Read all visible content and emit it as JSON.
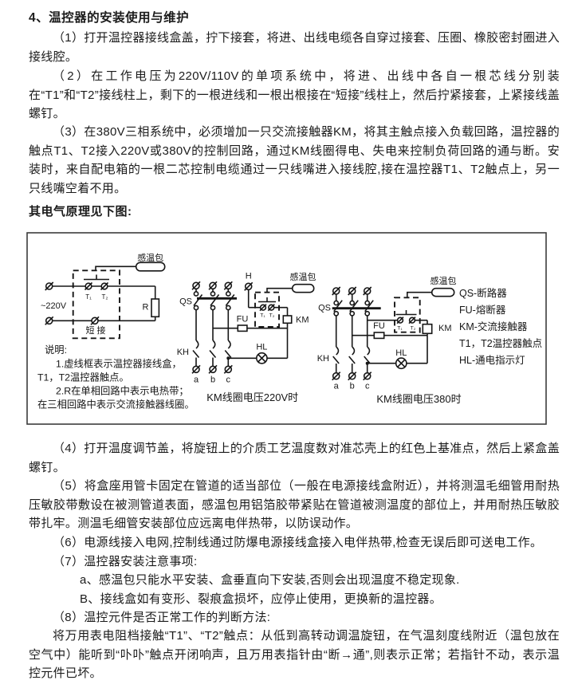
{
  "doc": {
    "title": "4、温控器的安装使用与维护",
    "p1": "（1）打开温控器接线盒盖，拧下接套，将进、出线电缆各自穿过接套、压圈、橡胶密封圈进入接线腔。",
    "p2": "（2）在工作电压为220V/110V的单项系统中，将进、出线中各自一根芯线分别装在“T1”和“T2”接线柱上，剩下的一根进线和一根出根接在“短接”线柱上，然后拧紧接套，上紧接线盖螺钉。",
    "p3": "（3）在380V三相系统中，必须增加一只交流接触器KM，将其主触点接入负载回路，温控器的触点T1、T2接入220V或380V的控制回路，通过KM线圈得电、失电来控制负荷回路的通与断。安装时，来自配电箱的一根二芯控制电缆通过一只线嘴进入接线腔,接在温控器T1、T2触点上，另一只线嘴空着不用。",
    "diagram_heading": "其电气原理见下图:",
    "p4": "（4）打开温度调节盖，将旋钮上的介质工艺温度数对准芯壳上的红色上基准点，然后上紧盒盖螺钉。",
    "p5": "（5）将盒座用管卡固定在管道的适当部位（一般在电源接线盒附近），并将测温毛细管用耐热压敏胶带敷设在被测管道表面，感温包用铝箔胶带紧贴在管道被测温度的部位上，并用耐热压敏胶带扎牢。测温毛细管安装部位应远离电伴热带，以防误动作。",
    "p6": "（6）电源线接入电网,控制线通过防爆电源接线盒接入电伴热带,检查无误后即可送电工作。",
    "p7": "（7）温控器安装注意事项:",
    "p7a": "a、感温包只能水平安装、盒垂直向下安装,否则会出现温度不稳定现象.",
    "p7b": "B、接线盒如有变形、裂痕盒损坏，应停止使用，更换新的温控器。",
    "p8": "（8）温控元件是否正常工作的判断方法:",
    "p8_body": "将万用表电阻档接触“T1”、“T2”触点：从低到高转动调温旋钮，在气温刻度线附近（温包放在空气中）能听到“卟卟”触点开闭响声，且万用表指针由“断→通”,则表示正常；若指针不动，表示温控元件已坏。"
  },
  "diagram": {
    "contacts": {
      "t1": "T₁",
      "t2": "T₂"
    },
    "single_phase": {
      "sensor": "感温包",
      "voltage": "~220V",
      "resistor": "R",
      "short_link": "短  接"
    },
    "notes": {
      "heading": "说明:",
      "line1": "1.虚线框表示温控器接线盒，",
      "line2": "T1，T2温控器触点。",
      "line3": "2.R在单相回路中表示电热带；",
      "line4": "在三相回路中表示交流接触器线圈。"
    },
    "km220": {
      "qs": "QS",
      "h": "H",
      "sensor": "感温包",
      "fu": "FU",
      "km": "KM",
      "kh": "KH",
      "hl": "HL",
      "a": "a",
      "b": "b",
      "c": "c",
      "caption": "KM线圈电压220V时"
    },
    "km380": {
      "qs": "QS",
      "sensor": "感温包",
      "fu": "FU",
      "km": "KM",
      "kh": "KH",
      "hl": "HL",
      "a": "a",
      "b": "b",
      "c": "c",
      "caption": "KM线圈电压380时"
    },
    "legend": [
      "QS-断路器",
      "FU-熔断器",
      "KM-交流接触器",
      "T1，T2温控器触点",
      "HL-通电指示灯"
    ]
  }
}
